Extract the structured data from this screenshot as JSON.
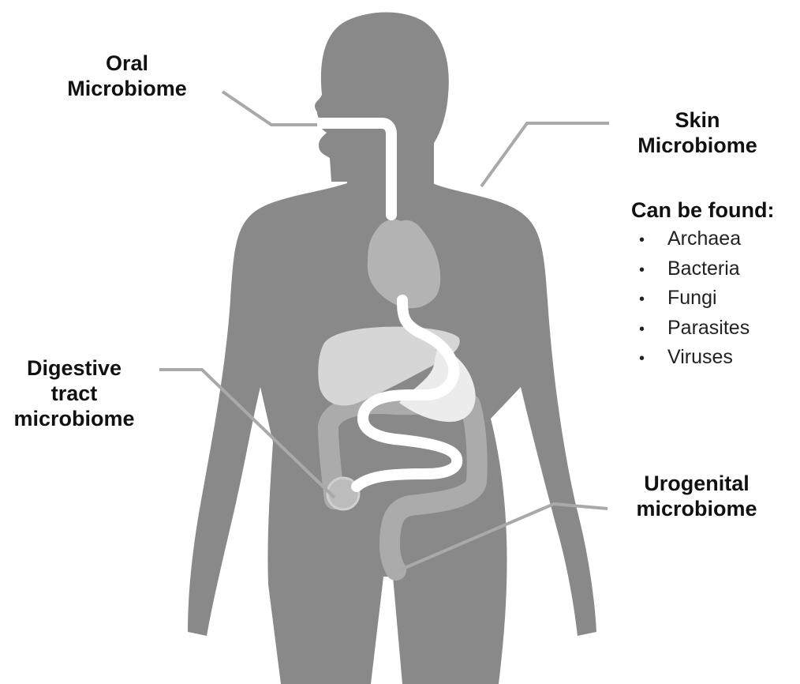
{
  "labels": {
    "oral": [
      "Oral",
      "Microbiome"
    ],
    "skin": [
      "Skin",
      "Microbiome"
    ],
    "digestive": [
      "Digestive",
      "tract",
      "microbiome"
    ],
    "urogenital": [
      "Urogenital",
      "microbiome"
    ]
  },
  "found": {
    "heading": "Can be found:",
    "items": [
      "Archaea",
      "Bacteria",
      "Fungi",
      "Parasites",
      "Viruses"
    ]
  },
  "colors": {
    "body": "#898989",
    "organ": "#b3b3b3",
    "liver": "#d6d6d6",
    "tract": "#ffffff",
    "leader": "#a9a9a9",
    "text": "#111111"
  }
}
